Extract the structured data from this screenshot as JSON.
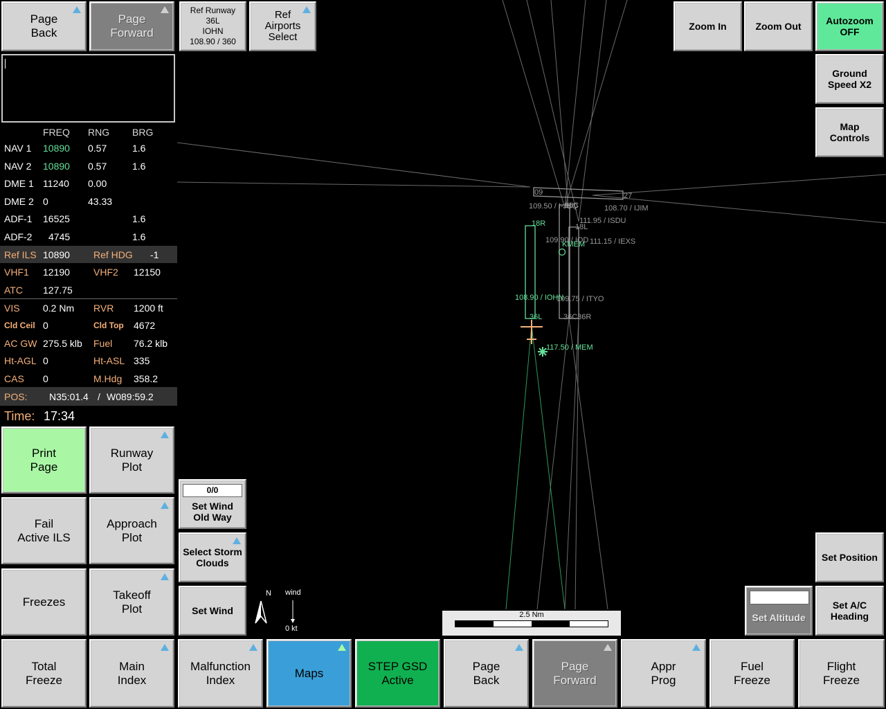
{
  "top_left": {
    "page_back": "Page\nBack",
    "page_forward": "Page\nForward"
  },
  "top_bar": {
    "ref_runway": "Ref Runway\n36L\nIOHN\n108.90 / 360",
    "ref_airports": "Ref\nAirports\nSelect",
    "zoom_in": "Zoom In",
    "zoom_out": "Zoom Out",
    "autozoom": "Autozoom\nOFF"
  },
  "right_bar": {
    "ground_speed": "Ground\nSpeed X2",
    "map_controls": "Map\nControls",
    "set_position": "Set Position",
    "set_ac_heading": "Set A/C\nHeading",
    "set_altitude": "Set Altitude"
  },
  "nav_table": {
    "headers": [
      "FREQ",
      "RNG",
      "BRG"
    ],
    "rows": [
      {
        "label": "NAV 1",
        "freq": "10890",
        "rng": "0.57",
        "brg": "1.6",
        "freq_color": "green"
      },
      {
        "label": "NAV 2",
        "freq": "10890",
        "rng": "0.57",
        "brg": "1.6",
        "freq_color": "green"
      },
      {
        "label": "DME 1",
        "freq": "11240",
        "rng": "0.00",
        "brg": ""
      },
      {
        "label": "DME 2",
        "freq": "0",
        "rng": "43.33",
        "brg": ""
      },
      {
        "label": "ADF-1",
        "freq": "16525",
        "rng": "",
        "brg": "1.6"
      },
      {
        "label": "ADF-2",
        "freq": "4745",
        "rng": "",
        "brg": "1.6"
      }
    ]
  },
  "status": {
    "ref_ils_label": "Ref ILS",
    "ref_ils": "10890",
    "ref_hdg_label": "Ref HDG",
    "ref_hdg": "-1",
    "vhf1_label": "VHF1",
    "vhf1": "12190",
    "vhf2_label": "VHF2",
    "vhf2": "12150",
    "atc_label": "ATC",
    "atc": "127.75",
    "vis_label": "VIS",
    "vis": "0.2 Nm",
    "rvr_label": "RVR",
    "rvr": "1200 ft",
    "cld_ceil_label": "Cld Ceil",
    "cld_ceil": "0",
    "cld_top_label": "Cld Top",
    "cld_top": "4672",
    "ac_gw_label": "AC GW",
    "ac_gw": "275.5 klb",
    "fuel_label": "Fuel",
    "fuel": "76.2 klb",
    "ht_agl_label": "Ht-AGL",
    "ht_agl": "0",
    "ht_asl_label": "Ht-ASL",
    "ht_asl": "335",
    "cas_label": "CAS",
    "cas": "0",
    "mhdg_label": "M.Hdg",
    "mhdg": "358.2",
    "pos_label": "POS:",
    "pos_lat": "N35:01.4",
    "pos_sep": "/",
    "pos_lon": "W089:59.2",
    "time_label": "Time:",
    "time": "17:34"
  },
  "left_buttons": {
    "print_page": "Print\nPage",
    "runway_plot": "Runway\nPlot",
    "fail_active_ils": "Fail\nActive ILS",
    "approach_plot": "Approach\nPlot",
    "freezes": "Freezes",
    "takeoff_plot": "Takeoff\nPlot"
  },
  "map_tools": {
    "wind_value": "0/0",
    "set_wind_old": "Set Wind\nOld Way",
    "select_storm": "Select Storm\nClouds",
    "set_wind": "Set Wind",
    "north_label": "N",
    "wind_label": "wind",
    "wind_speed": "0 kt",
    "scale_label": "2.5 Nm"
  },
  "map_labels": {
    "rw09": "09",
    "rw27": "27",
    "rw18l": "18L",
    "rw18c": "18C",
    "rw18r": "18R",
    "rw36l": "36L",
    "rw36c36r": "36C36R",
    "ils_09": "109.50 / I-JBQ",
    "ils_27": "108.70 / IJIM",
    "isdu": "111.95 / ISDU",
    "iexs": "111.15 / IEXS",
    "kmem": "KMEM",
    "kmem_freq": "109.90 / IOD",
    "iohn": "108.90 / IOHN",
    "tyo": "109.75 / ITYO",
    "mem_vor": "117.50 / MEM"
  },
  "bottom_bar": {
    "total_freeze": "Total\nFreeze",
    "main_index": "Main\nIndex",
    "malfunction_index": "Malfunction\nIndex",
    "maps": "Maps",
    "step_gsd": "STEP GSD\nActive",
    "page_back": "Page\nBack",
    "page_forward": "Page\nForward",
    "appr_prog": "Appr\nProg",
    "fuel_freeze": "Fuel\nFreeze",
    "flight_freeze": "Flight\nFreeze"
  },
  "colors": {
    "map_green": "#66e09a",
    "map_grey": "#9a9a9a",
    "aircraft": "#f5b07a"
  }
}
